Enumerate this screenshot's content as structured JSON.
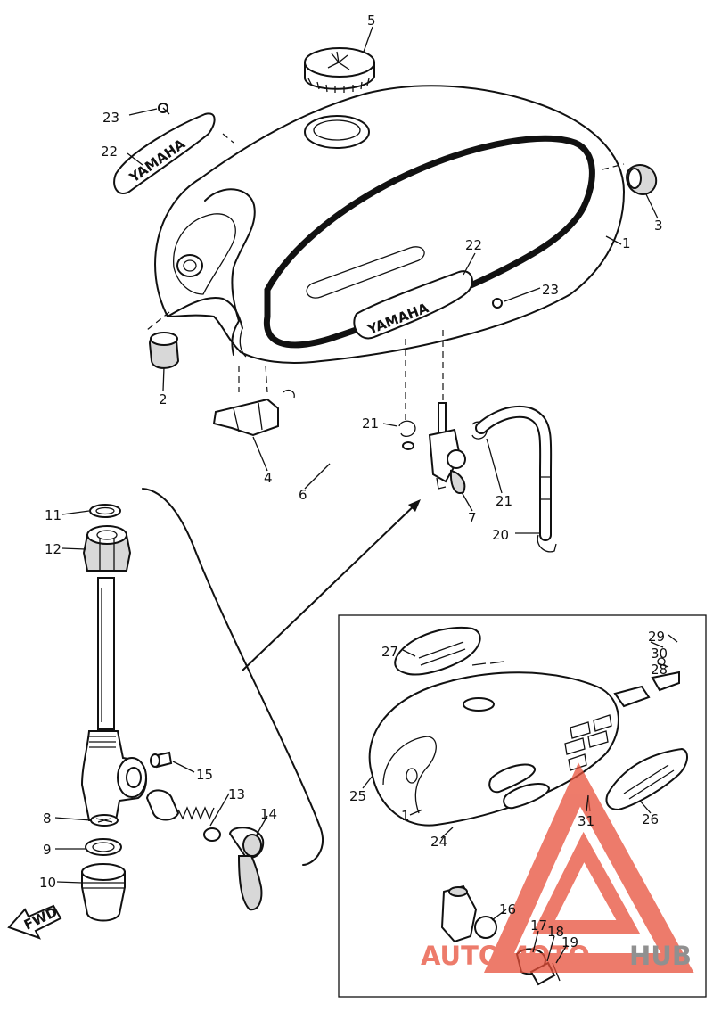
{
  "diagram": {
    "fwd_label": "FWD",
    "emblem_text": "YAMAHA",
    "emblem_text_mirrored": "YAMAHA",
    "watermark": {
      "text_part1": "AUTO",
      "text_part2": "MOTO",
      "text_part3": "HUB",
      "color_primary": "#e8503a",
      "color_secondary": "#6b6b6b"
    },
    "callouts": [
      {
        "id": "c5",
        "text": "5"
      },
      {
        "id": "c23a",
        "text": "23"
      },
      {
        "id": "c22a",
        "text": "22"
      },
      {
        "id": "c3",
        "text": "3"
      },
      {
        "id": "c1a",
        "text": "1"
      },
      {
        "id": "c22b",
        "text": "22"
      },
      {
        "id": "c23b",
        "text": "23"
      },
      {
        "id": "c2",
        "text": "2"
      },
      {
        "id": "c4",
        "text": "4"
      },
      {
        "id": "c6",
        "text": "6"
      },
      {
        "id": "c21a",
        "text": "21"
      },
      {
        "id": "c21b",
        "text": "21"
      },
      {
        "id": "c7",
        "text": "7"
      },
      {
        "id": "c20",
        "text": "20"
      },
      {
        "id": "c11",
        "text": "11"
      },
      {
        "id": "c12",
        "text": "12"
      },
      {
        "id": "c15",
        "text": "15"
      },
      {
        "id": "c13",
        "text": "13"
      },
      {
        "id": "c14",
        "text": "14"
      },
      {
        "id": "c8",
        "text": "8"
      },
      {
        "id": "c9",
        "text": "9"
      },
      {
        "id": "c10",
        "text": "10"
      },
      {
        "id": "c27",
        "text": "27"
      },
      {
        "id": "c29",
        "text": "29"
      },
      {
        "id": "c30",
        "text": "30"
      },
      {
        "id": "c28",
        "text": "28"
      },
      {
        "id": "c25",
        "text": "25"
      },
      {
        "id": "c1b",
        "text": "1"
      },
      {
        "id": "c24",
        "text": "24"
      },
      {
        "id": "c31",
        "text": "31"
      },
      {
        "id": "c26",
        "text": "26"
      },
      {
        "id": "c16",
        "text": "16"
      },
      {
        "id": "c17",
        "text": "17"
      },
      {
        "id": "c18",
        "text": "18"
      },
      {
        "id": "c19",
        "text": "19"
      }
    ]
  }
}
